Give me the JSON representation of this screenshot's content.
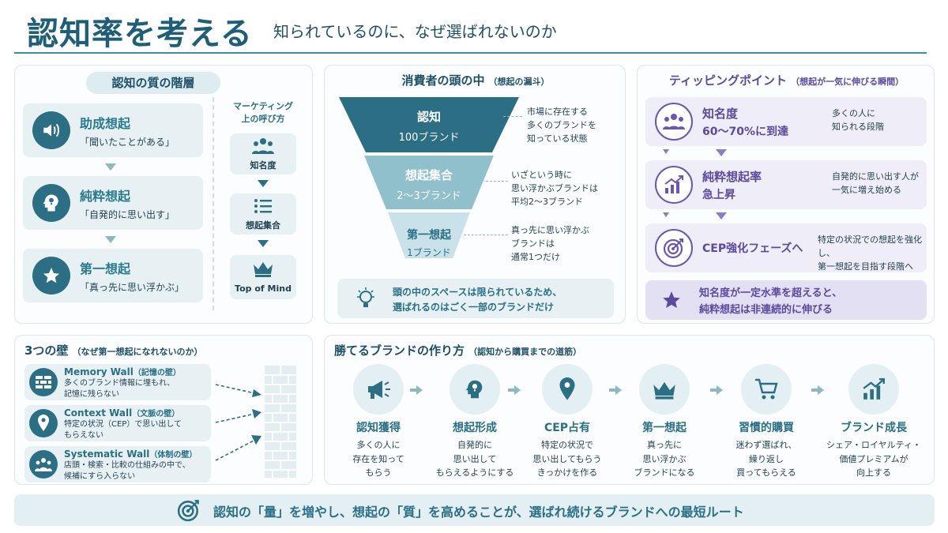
{
  "header": {
    "title": "認知率を考える",
    "subtitle": "知られているのに、なぜ選ばれないのか"
  },
  "hierarchy": {
    "title": "認知の質の階層",
    "levels": [
      {
        "title": "助成想起",
        "desc": "「聞いたことがある」",
        "icon": "speaker-icon"
      },
      {
        "title": "純粋想起",
        "desc": "「自発的に思い出す」",
        "icon": "head-idea-icon"
      },
      {
        "title": "第一想起",
        "desc": "「真っ先に思い浮かぶ」",
        "icon": "star-icon"
      }
    ],
    "marketing": {
      "title_line1": "マーケティング",
      "title_line2": "上の呼び方",
      "items": [
        {
          "label": "知名度",
          "icon": "people-icon"
        },
        {
          "label": "想起集合",
          "icon": "list-icon"
        },
        {
          "label": "Top of Mind",
          "icon": "crown-icon"
        }
      ]
    }
  },
  "funnel": {
    "title": "消費者の頭の中",
    "title_sub": "（想起の漏斗）",
    "layers": [
      {
        "name": "認知",
        "count": "100ブランド",
        "note": [
          "市場に存在する",
          "多くのブランドを",
          "知っている状態"
        ]
      },
      {
        "name": "想起集合",
        "count": "2〜3ブランド",
        "note": [
          "いざという時に",
          "思い浮かぶブランドは",
          "平均2〜3ブランド"
        ]
      },
      {
        "name": "第一想起",
        "count": "1ブランド",
        "note": [
          "真っ先に思い浮かぶ",
          "ブランドは",
          "通常1つだけ"
        ]
      }
    ],
    "tip_line1": "頭の中のスペースは限られているため、",
    "tip_line2": "選ばれるのはごく一部のブランドだけ"
  },
  "tipping": {
    "title": "ティッピングポイント",
    "title_sub": "（想起が一気に伸びる瞬間）",
    "stages": [
      {
        "title1": "知名度",
        "title2": "60〜70%に到達",
        "desc": [
          "多くの人に",
          "知られる段階"
        ],
        "icon": "people-icon"
      },
      {
        "title1": "純粋想起率",
        "title2": "急上昇",
        "desc": [
          "自発的に思い出す人が",
          "一気に増え始める"
        ],
        "icon": "growth-chart-icon"
      },
      {
        "title1": "CEP強化フェーズへ",
        "title2": "",
        "desc": [
          "特定の状況での想起を強化し、",
          "第一想起を目指す段階へ"
        ],
        "icon": "target-icon"
      }
    ],
    "note_line1": "知名度が一定水準を超えると、",
    "note_line2": "純粋想起は非連続的に伸びる"
  },
  "walls": {
    "title": "3つの壁",
    "title_sub": "（なぜ第一想起になれないのか）",
    "items": [
      {
        "name": "Memory Wall",
        "jp": "（記憶の壁）",
        "desc": [
          "多くのブランド情報に埋もれ、",
          "記憶に残らない"
        ],
        "icon": "brick-icon"
      },
      {
        "name": "Context Wall",
        "jp": "（文脈の壁）",
        "desc": [
          "特定の状況（CEP）で思い出して",
          "もらえない"
        ],
        "icon": "location-pin-icon"
      },
      {
        "name": "Systematic Wall",
        "jp": "（体制の壁）",
        "desc": [
          "店頭・検索・比較の仕組みの中で、",
          "候補にすら入らない"
        ],
        "icon": "group-icon"
      }
    ]
  },
  "brand": {
    "title": "勝てるブランドの作り方",
    "title_sub": "（認知から購買までの道筋）",
    "steps": [
      {
        "title": "認知獲得",
        "desc": [
          "多くの人に",
          "存在を知って",
          "もらう"
        ],
        "icon": "megaphone-icon"
      },
      {
        "title": "想起形成",
        "desc": [
          "自発的に",
          "思い出して",
          "もらえるようにする"
        ],
        "icon": "head-idea-icon"
      },
      {
        "title": "CEP占有",
        "desc": [
          "特定の状況で",
          "思い出してもらう",
          "きっかけを作る"
        ],
        "icon": "location-pin-icon"
      },
      {
        "title": "第一想起",
        "desc": [
          "真っ先に",
          "思い浮かぶ",
          "ブランドになる"
        ],
        "icon": "crown-icon"
      },
      {
        "title": "習慣的購買",
        "desc": [
          "迷わず選ばれ、",
          "繰り返し",
          "買ってもらえる"
        ],
        "icon": "cart-icon"
      },
      {
        "title": "ブランド成長",
        "desc": [
          "シェア・ロイヤルティ・",
          "価値プレミアムが",
          "向上する"
        ],
        "icon": "growth-chart-icon"
      }
    ]
  },
  "footer": {
    "message": "認知の「量」を増やし、想起の「質」を高めることが、選ばれ続けるブランドへの最短ルート",
    "icon": "target-icon"
  },
  "colors": {
    "primary": "#1f5e77",
    "accent": "#2c6e84",
    "purple": "#5b4a9e",
    "light": "#e7f1f4"
  }
}
